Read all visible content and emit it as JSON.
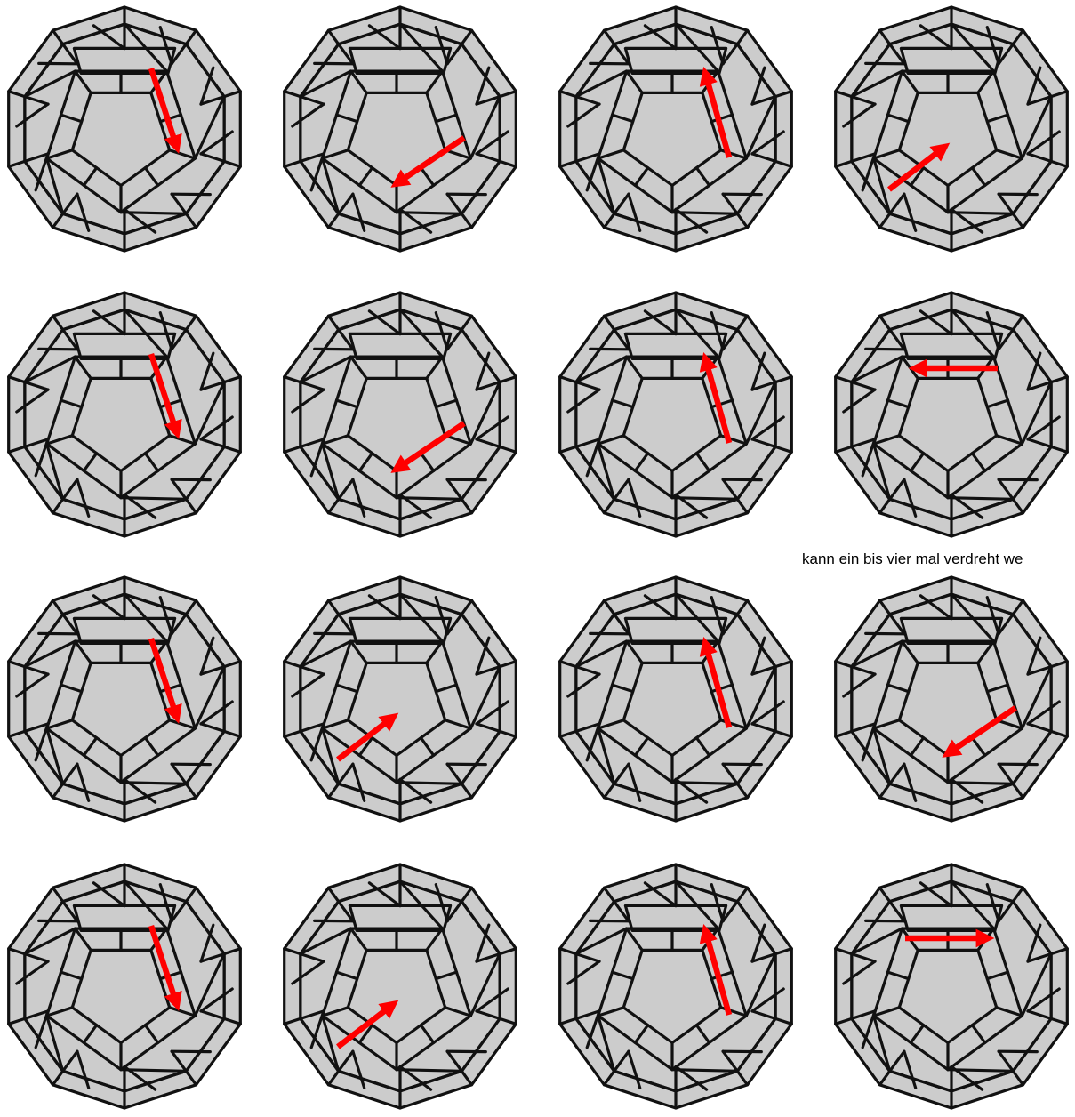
{
  "figure": {
    "caption": "kann ein bis vier mal verdreht we",
    "colors": {
      "face": "#cccccc",
      "edge": "#111111",
      "arrow": "#ff0000",
      "background": "#ffffff"
    },
    "panels": [
      {
        "row": 1,
        "col": 1,
        "arrow": "down-right"
      },
      {
        "row": 1,
        "col": 2,
        "arrow": "down-left"
      },
      {
        "row": 1,
        "col": 3,
        "arrow": "up-left"
      },
      {
        "row": 1,
        "col": 4,
        "arrow": "up-right"
      },
      {
        "row": 2,
        "col": 1,
        "arrow": "down-right"
      },
      {
        "row": 2,
        "col": 2,
        "arrow": "down-left"
      },
      {
        "row": 2,
        "col": 3,
        "arrow": "up-left"
      },
      {
        "row": 2,
        "col": 4,
        "arrow": "left"
      },
      {
        "row": 3,
        "col": 1,
        "arrow": "down-right"
      },
      {
        "row": 3,
        "col": 2,
        "arrow": "up-right"
      },
      {
        "row": 3,
        "col": 3,
        "arrow": "up-left"
      },
      {
        "row": 3,
        "col": 4,
        "arrow": "down-left"
      },
      {
        "row": 4,
        "col": 1,
        "arrow": "down-right"
      },
      {
        "row": 4,
        "col": 2,
        "arrow": "up-right"
      },
      {
        "row": 4,
        "col": 3,
        "arrow": "up-left"
      },
      {
        "row": 4,
        "col": 4,
        "arrow": "right"
      }
    ]
  }
}
